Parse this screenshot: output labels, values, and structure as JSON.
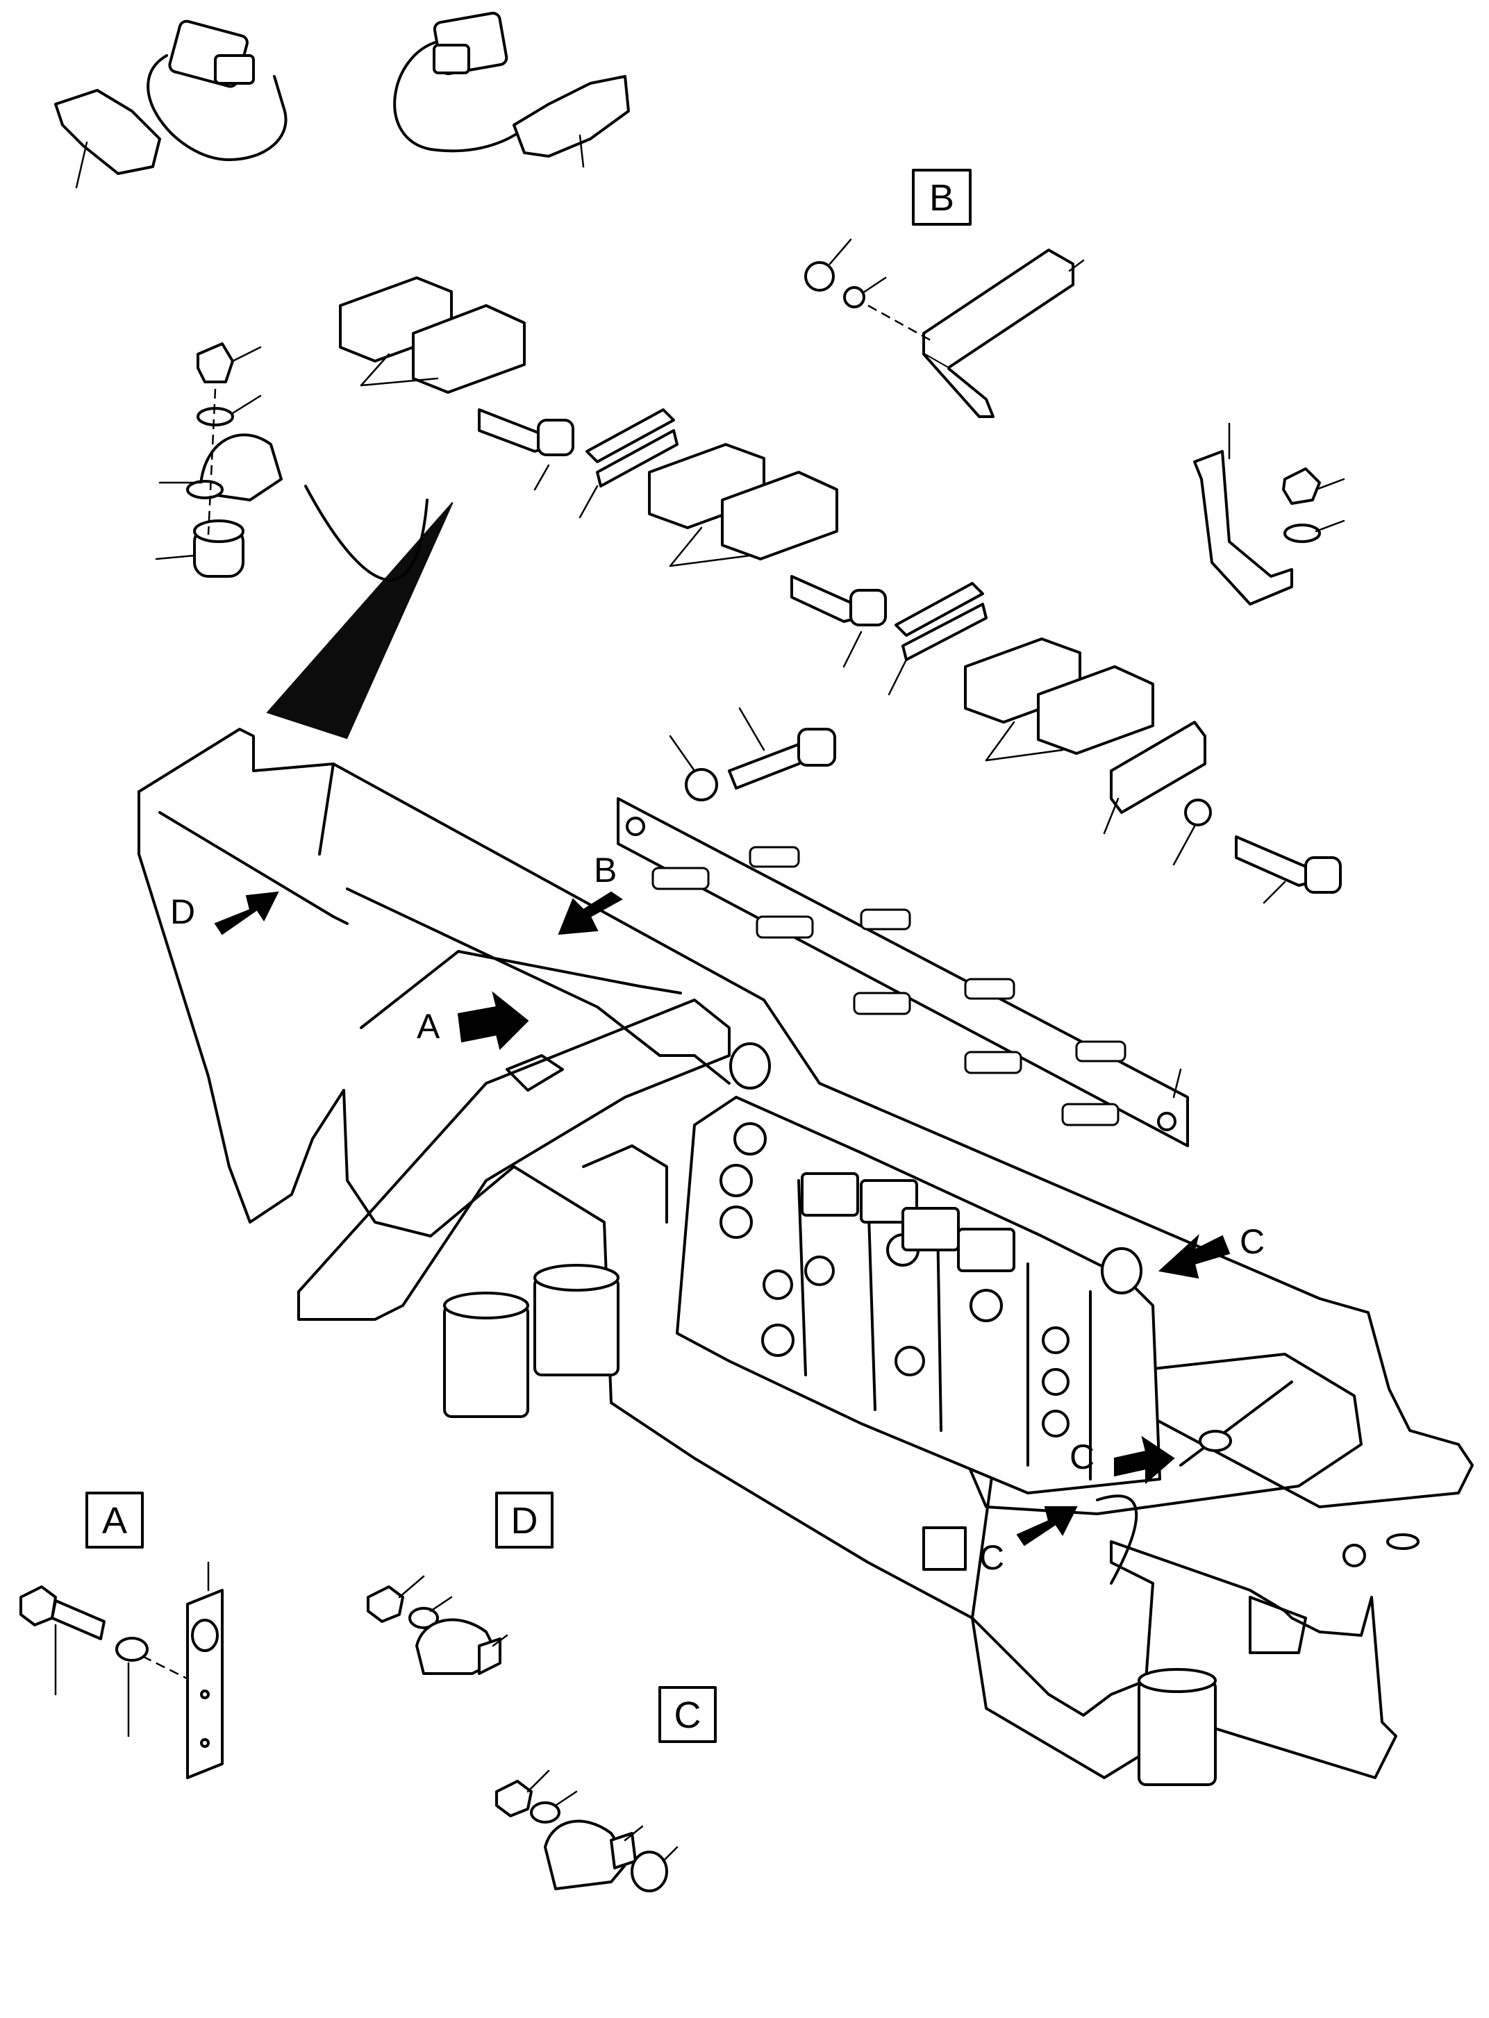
{
  "view_labels": {
    "box_a": "A",
    "box_b": "B",
    "box_c": "C",
    "box_d": "D"
  },
  "arrow_labels": {
    "arrow_a": "A",
    "arrow_b": "B",
    "arrow_c_upper": "C",
    "arrow_c_middle": "C",
    "arrow_c_lower": "C",
    "arrow_d": "D"
  }
}
